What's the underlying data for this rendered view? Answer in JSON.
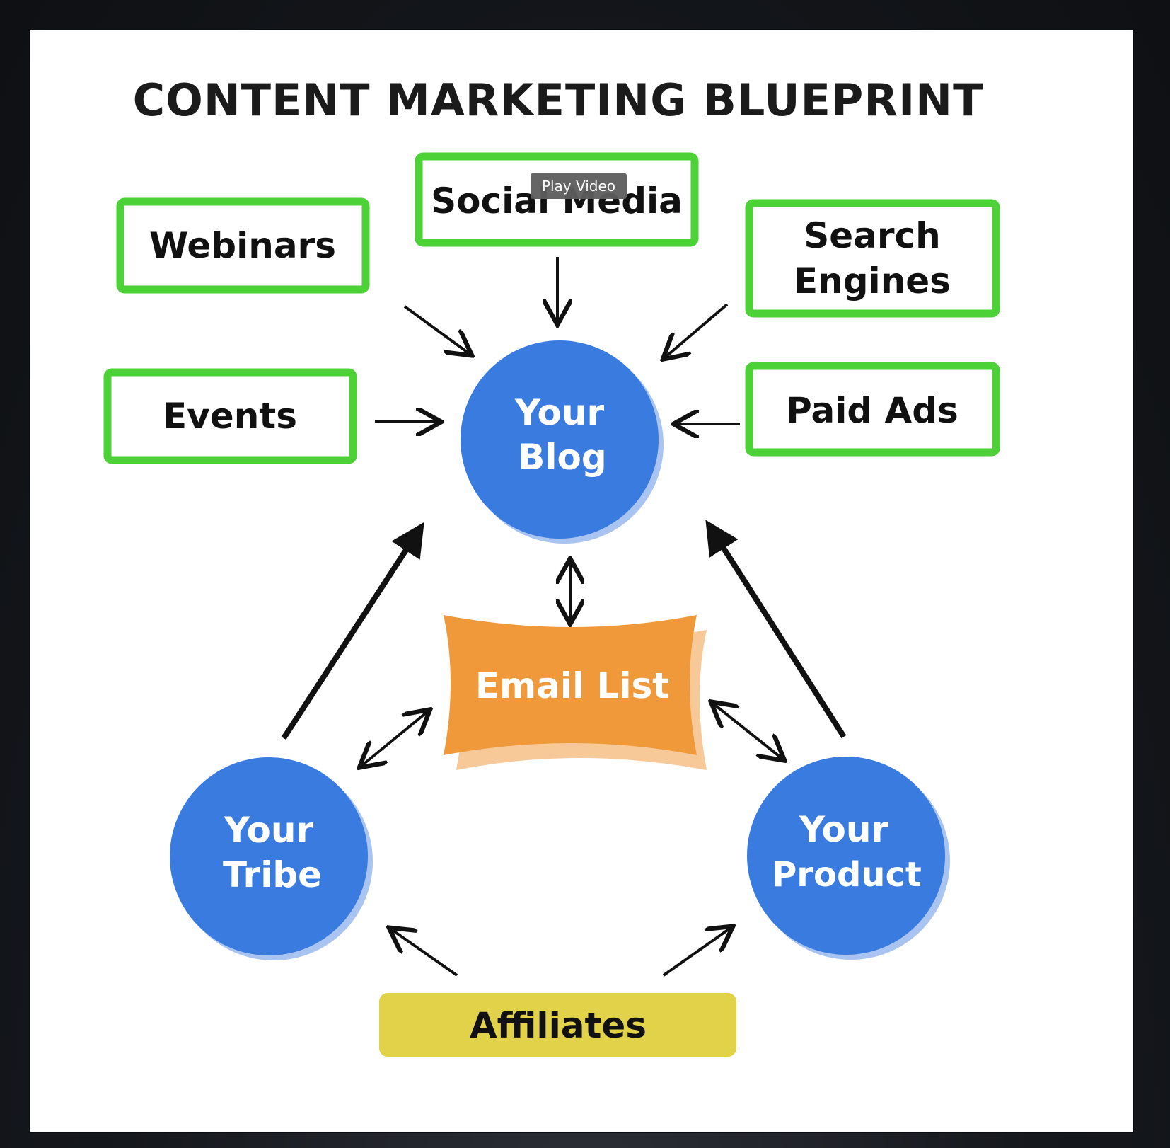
{
  "title": "CONTENT MARKETING BLUEPRINT",
  "tooltip": {
    "label": "Play Video"
  },
  "sources": {
    "webinars": "Webinars",
    "social_media": "Social Media",
    "search_engines_line1": "Search",
    "search_engines_line2": "Engines",
    "events": "Events",
    "paid_ads": "Paid Ads"
  },
  "hubs": {
    "blog_line1": "Your",
    "blog_line2": "Blog",
    "tribe_line1": "Your",
    "tribe_line2": "Tribe",
    "product_line1": "Your",
    "product_line2": "Product"
  },
  "email_list": "Email List",
  "affiliates": "Affiliates",
  "colors": {
    "box_border": "#4cd137",
    "circle_fill": "#3a7be0",
    "circle_shadow": "#a9c4f0",
    "email_fill": "#f0993b",
    "email_shadow": "#f8c998",
    "affiliates_fill": "#e2d24a",
    "arrow": "#111111"
  }
}
